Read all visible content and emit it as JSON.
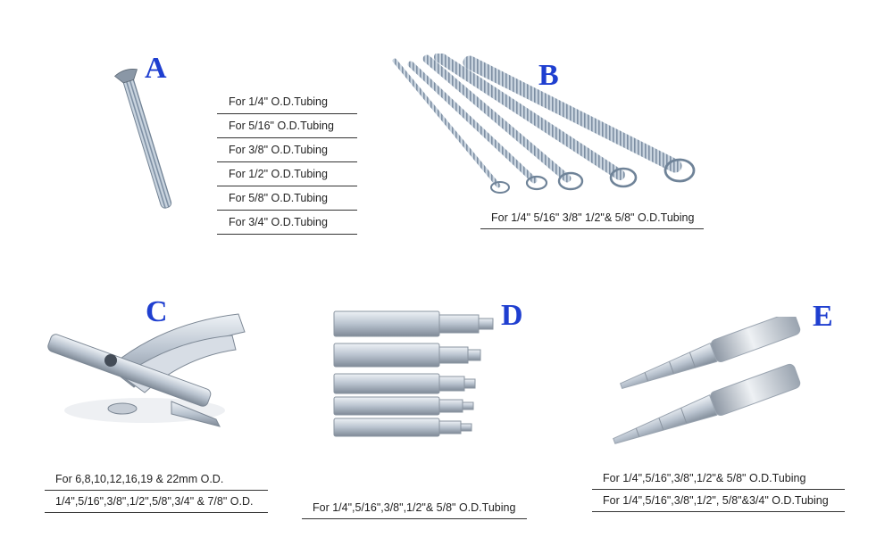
{
  "sections": {
    "a": {
      "letter": "A",
      "specs": [
        "For 1/4\" O.D.Tubing",
        "For 5/16\" O.D.Tubing",
        "For 3/8\" O.D.Tubing",
        "For 1/2\" O.D.Tubing",
        "For 5/8\" O.D.Tubing",
        "For 3/4\" O.D.Tubing"
      ]
    },
    "b": {
      "letter": "B",
      "caption": "For 1/4\" 5/16\" 3/8\" 1/2\"& 5/8\" O.D.Tubing"
    },
    "c": {
      "letter": "C",
      "captions": [
        "For 6,8,10,12,16,19 & 22mm O.D.",
        "1/4\",5/16\",3/8\",1/2\",5/8\",3/4\" & 7/8\" O.D."
      ]
    },
    "d": {
      "letter": "D",
      "caption": "For 1/4\",5/16\",3/8\",1/2\"& 5/8\" O.D.Tubing"
    },
    "e": {
      "letter": "E",
      "captions": [
        "For 1/4\",5/16\",3/8\",1/2\"& 5/8\" O.D.Tubing",
        "For 1/4\",5/16\",3/8\",1/2\", 5/8\"&3/4\" O.D.Tubing"
      ]
    }
  },
  "colors": {
    "letter": "#1f3fd0",
    "metal": "#c3ccd8",
    "spring": "#9fb3c9"
  },
  "icons": {
    "a": "single-bending-spring-icon",
    "b": "bending-spring-set-icon",
    "c": "swaging-tool-icon",
    "d": "hex-swage-bits-icon",
    "e": "step-swage-punch-icon"
  }
}
